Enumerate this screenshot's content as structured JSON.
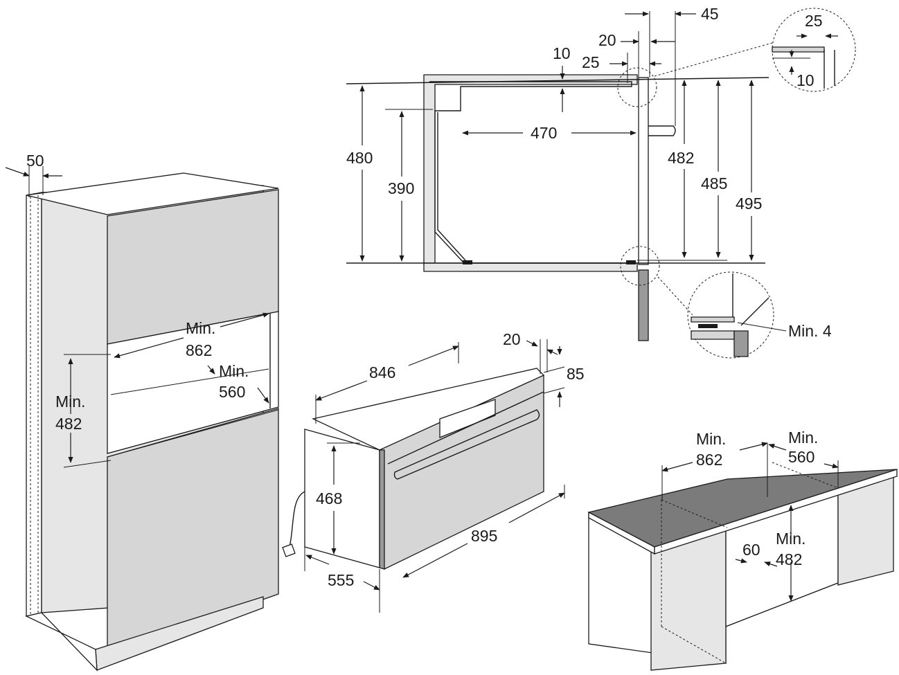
{
  "diagram": {
    "labels": {
      "tall_depth": "50",
      "tall_width_min": "Min.",
      "tall_width_val": "862",
      "tall_depth_min": "Min.",
      "tall_depth_val": "560",
      "tall_height_min": "Min.",
      "tall_height_val": "482",
      "section_480": "480",
      "section_390": "390",
      "section_470": "470",
      "section_482": "482",
      "section_485": "485",
      "section_495": "495",
      "section_10": "10",
      "section_25": "25",
      "section_20": "20",
      "section_45": "45",
      "detail_25": "25",
      "detail_10": "10",
      "detail_min4": "Min. 4",
      "oven_846": "846",
      "oven_20": "20",
      "oven_85": "85",
      "oven_468": "468",
      "oven_895": "895",
      "oven_555": "555",
      "under_width_min": "Min.",
      "under_width_val": "862",
      "under_depth_min": "Min.",
      "under_depth_val": "560",
      "under_60": "60",
      "under_height_min": "Min.",
      "under_height_val": "482"
    },
    "colors": {
      "line": "#1a1a1a",
      "panel_grey": "#d6d6d6",
      "panel_light": "#e6e6e6",
      "counter_top": "#7b7b7b"
    }
  }
}
